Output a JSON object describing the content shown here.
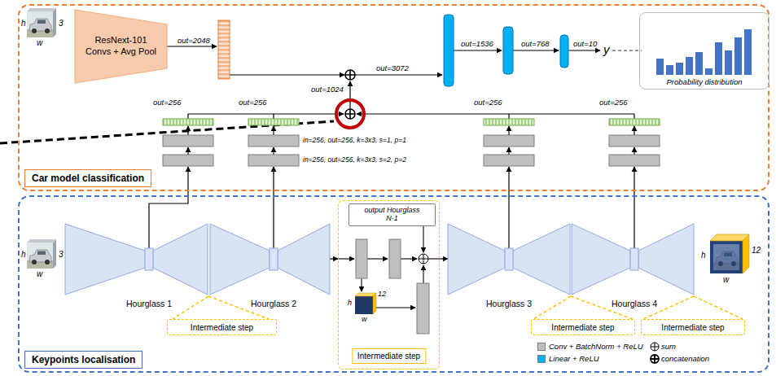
{
  "diagram": {
    "nodes": [
      {
        "text": [
          "Car model classification"
        ]
      },
      {
        "text": [
          "ResNext-101 Convs + Avg Pool"
        ],
        "in": 0
      },
      {
        "text": [
          "Probability distribution"
        ],
        "in": 0
      },
      {
        "text": [
          "Keypoints localisation"
        ]
      },
      {
        "text": [
          "Hourglass 1"
        ],
        "in": 3
      },
      {
        "text": [
          "Hourglass 2"
        ],
        "in": 3
      },
      {
        "text": [
          "Intermediate step"
        ],
        "in": 3
      },
      {
        "text": [
          "Intermediate step"
        ],
        "in": 3
      },
      {
        "text": [
          "output Hourglass N-1"
        ],
        "in": 7
      },
      {
        "text": [
          "Hourglass 3"
        ],
        "in": 3
      },
      {
        "text": [
          "Hourglass 4"
        ],
        "in": 3
      },
      {
        "text": [
          "Intermediate step"
        ],
        "in": 3
      },
      {
        "text": [
          "Intermediate step"
        ],
        "in": 3
      }
    ],
    "edges": [
      {
        "from": 5,
        "to": 7,
        "arrow": "to"
      },
      {
        "from": 7,
        "to": 9,
        "arrow": "to"
      }
    ],
    "labels": [
      "h",
      "w",
      "3",
      "out=2048",
      "out=3072",
      "out=1024",
      "out=1536",
      "out=768",
      "out=10",
      "y",
      "out=256",
      "out=256",
      "out=256",
      "out=256",
      "in=256, out=256, k=3x3, s=1, p=1",
      "in=256, out=256, k=3x3, s=2, p=2",
      "h",
      "w",
      "3",
      "h",
      "w",
      "12",
      "h",
      "w",
      "12"
    ],
    "legend": [
      {
        "text": "Conv + BatchNorm + ReLU",
        "color": "#bfbfbf"
      },
      {
        "text": "Linear + ReLU",
        "color": "#00b0f0"
      },
      {
        "text": "sum"
      },
      {
        "text": "concatenation"
      }
    ]
  }
}
